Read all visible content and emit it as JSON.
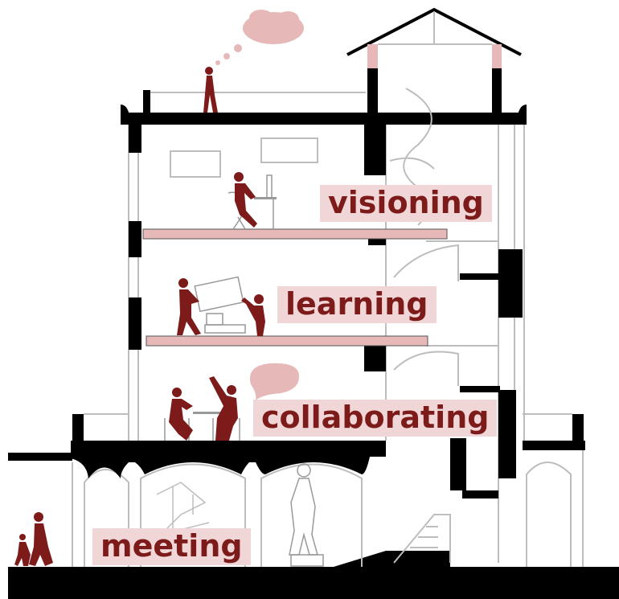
{
  "labels": {
    "visioning": "visioning",
    "learning": "learning",
    "collaborating": "collaborating",
    "meeting": "meeting"
  },
  "colors": {
    "accent": "#7d1a1a",
    "label_bg": "#f0d6d6",
    "slab_fill": "#e6b8b8",
    "wall": "#000000",
    "line": "#bdbdbd"
  }
}
